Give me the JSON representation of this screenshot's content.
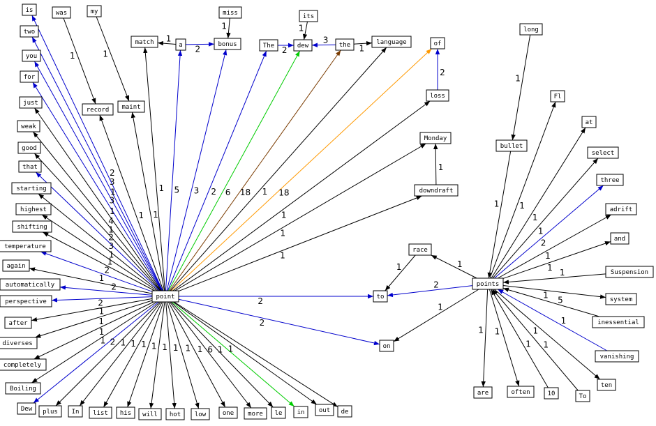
{
  "colors": {
    "black": "#000000",
    "blue": "#0000cc",
    "green": "#00cc00",
    "orange": "#ff9900",
    "brown": "#7a3b00"
  },
  "nodes": {
    "point": "point",
    "points": "points",
    "is": "is",
    "was": "was",
    "my": "my",
    "miss": "miss",
    "its": "its",
    "two": "two",
    "match": "match",
    "a": "a",
    "bonus": "bonus",
    "The": "The",
    "dew": "dew",
    "the": "the",
    "language": "language",
    "of": "of",
    "long": "long",
    "you": "you",
    "for": "for",
    "record": "record",
    "maint": "maint",
    "loss": "loss",
    "Fl": "Fl",
    "just": "just",
    "weak": "weak",
    "good": "good",
    "that": "that",
    "starting": "starting",
    "highest": "highest",
    "shifting": "shifting",
    "temperature": "temperature",
    "again": "again",
    "automatically": "automatically",
    "perspective": "perspective",
    "after": "after",
    "diverses": "diverses",
    "completely": "completely",
    "Boiling": "Boiling",
    "Dew": "Dew",
    "plus": "plus",
    "In": "In",
    "list": "list",
    "his": "his",
    "will": "will",
    "hot": "hot",
    "low": "low",
    "one": "one",
    "more": "more",
    "le": "le",
    "in": "in",
    "out": "out",
    "de": "de",
    "Monday": "Monday",
    "downdraft": "downdraft",
    "bullet": "bullet",
    "at": "at",
    "select": "select",
    "three": "three",
    "adrift": "adrift",
    "and": "and",
    "Suspension": "Suspension",
    "system": "system",
    "inessential": "inessential",
    "vanishing": "vanishing",
    "ten": "ten",
    "race": "race",
    "to": "to",
    "on": "on",
    "are": "are",
    "often": "often",
    "n10": "10",
    "To": "To"
  },
  "edges": [
    {
      "from": "point",
      "to": "is",
      "color": "blue",
      "label": "2"
    },
    {
      "from": "point",
      "to": "two",
      "color": "blue",
      "label": "3"
    },
    {
      "from": "point",
      "to": "record",
      "color": "black",
      "label": "1"
    },
    {
      "from": "point",
      "to": "maint",
      "color": "black",
      "label": "1"
    },
    {
      "from": "point",
      "to": "you",
      "color": "blue",
      "label": "1"
    },
    {
      "from": "point",
      "to": "for",
      "color": "blue",
      "label": "3"
    },
    {
      "from": "point",
      "to": "just",
      "color": "black",
      "label": "1"
    },
    {
      "from": "point",
      "to": "weak",
      "color": "black",
      "label": "4"
    },
    {
      "from": "point",
      "to": "good",
      "color": "black",
      "label": "1"
    },
    {
      "from": "point",
      "to": "that",
      "color": "blue",
      "label": "2"
    },
    {
      "from": "point",
      "to": "starting",
      "color": "black",
      "label": "3"
    },
    {
      "from": "point",
      "to": "highest",
      "color": "black",
      "label": "1"
    },
    {
      "from": "point",
      "to": "shifting",
      "color": "black",
      "label": "1"
    },
    {
      "from": "point",
      "to": "temperature",
      "color": "blue",
      "label": "2"
    },
    {
      "from": "point",
      "to": "again",
      "color": "black",
      "label": "1"
    },
    {
      "from": "point",
      "to": "automatically",
      "color": "blue",
      "label": "2"
    },
    {
      "from": "point",
      "to": "perspective",
      "color": "blue",
      "label": ""
    },
    {
      "from": "point",
      "to": "after",
      "color": "black",
      "label": "2"
    },
    {
      "from": "point",
      "to": "diverses",
      "color": "black",
      "label": "1"
    },
    {
      "from": "point",
      "to": "completely",
      "color": "black",
      "label": "1"
    },
    {
      "from": "point",
      "to": "Boiling",
      "color": "black",
      "label": "1"
    },
    {
      "from": "point",
      "to": "Dew",
      "color": "blue",
      "label": "1"
    },
    {
      "from": "point",
      "to": "plus",
      "color": "black",
      "label": "2"
    },
    {
      "from": "point",
      "to": "In",
      "color": "black",
      "label": "1"
    },
    {
      "from": "point",
      "to": "list",
      "color": "black",
      "label": "1"
    },
    {
      "from": "point",
      "to": "his",
      "color": "black",
      "label": "1"
    },
    {
      "from": "point",
      "to": "will",
      "color": "black",
      "label": "1"
    },
    {
      "from": "point",
      "to": "hot",
      "color": "black",
      "label": "1"
    },
    {
      "from": "point",
      "to": "low",
      "color": "black",
      "label": "1"
    },
    {
      "from": "point",
      "to": "one",
      "color": "black",
      "label": "1"
    },
    {
      "from": "point",
      "to": "more",
      "color": "black",
      "label": "1"
    },
    {
      "from": "point",
      "to": "le",
      "color": "black",
      "label": "6"
    },
    {
      "from": "point",
      "to": "in",
      "color": "green",
      "label": "1"
    },
    {
      "from": "point",
      "to": "out",
      "color": "black",
      "label": "1"
    },
    {
      "from": "point",
      "to": "de",
      "color": "black",
      "label": ""
    },
    {
      "from": "point",
      "to": "match",
      "color": "black",
      "label": "1"
    },
    {
      "from": "point",
      "to": "a",
      "color": "blue",
      "label": "5"
    },
    {
      "from": "point",
      "to": "bonus",
      "color": "blue",
      "label": "3"
    },
    {
      "from": "point",
      "to": "The",
      "color": "blue",
      "label": "2"
    },
    {
      "from": "point",
      "to": "dew",
      "color": "green",
      "label": "6"
    },
    {
      "from": "point",
      "to": "the",
      "color": "brown",
      "label": "18"
    },
    {
      "from": "point",
      "to": "language",
      "color": "black",
      "label": "1"
    },
    {
      "from": "point",
      "to": "of",
      "color": "orange",
      "label": "18"
    },
    {
      "from": "point",
      "to": "loss",
      "color": "black",
      "label": "1"
    },
    {
      "from": "point",
      "to": "Monday",
      "color": "black",
      "label": "1"
    },
    {
      "from": "point",
      "to": "downdraft",
      "color": "black",
      "label": "1"
    },
    {
      "from": "point",
      "to": "to",
      "color": "blue",
      "label": "2"
    },
    {
      "from": "point",
      "to": "on",
      "color": "blue",
      "label": "2"
    },
    {
      "from": "was",
      "to": "record",
      "color": "black",
      "label": "1"
    },
    {
      "from": "my",
      "to": "maint",
      "color": "black",
      "label": "1"
    },
    {
      "from": "a",
      "to": "match",
      "color": "black",
      "label": "1"
    },
    {
      "from": "a",
      "to": "bonus",
      "color": "blue",
      "label": "2"
    },
    {
      "from": "miss",
      "to": "bonus",
      "color": "black",
      "label": "1"
    },
    {
      "from": "The",
      "to": "dew",
      "color": "blue",
      "label": "2"
    },
    {
      "from": "its",
      "to": "dew",
      "color": "black",
      "label": "1"
    },
    {
      "from": "the",
      "to": "dew",
      "color": "blue",
      "label": "3"
    },
    {
      "from": "the",
      "to": "language",
      "color": "black",
      "label": "1"
    },
    {
      "from": "loss",
      "to": "of",
      "color": "blue",
      "label": "2"
    },
    {
      "from": "downdraft",
      "to": "Monday",
      "color": "black",
      "label": "1"
    },
    {
      "from": "long",
      "to": "bullet",
      "color": "black",
      "label": "1"
    },
    {
      "from": "bullet",
      "to": "points",
      "color": "black",
      "label": "1"
    },
    {
      "from": "points",
      "to": "Fl",
      "color": "black",
      "label": "1"
    },
    {
      "from": "points",
      "to": "at",
      "color": "black",
      "label": "1"
    },
    {
      "from": "points",
      "to": "select",
      "color": "black",
      "label": "1"
    },
    {
      "from": "points",
      "to": "three",
      "color": "blue",
      "label": "2"
    },
    {
      "from": "points",
      "to": "adrift",
      "color": "black",
      "label": "1"
    },
    {
      "from": "points",
      "to": "and",
      "color": "black",
      "label": "1"
    },
    {
      "from": "Suspension",
      "to": "points",
      "color": "black",
      "label": "1"
    },
    {
      "from": "points",
      "to": "system",
      "color": "black",
      "label": "1"
    },
    {
      "from": "inessential",
      "to": "points",
      "color": "black",
      "label": "5"
    },
    {
      "from": "vanishing",
      "to": "points",
      "color": "blue",
      "label": "1"
    },
    {
      "from": "points",
      "to": "ten",
      "color": "black",
      "label": "1"
    },
    {
      "from": "points",
      "to": "race",
      "color": "black",
      "label": "1"
    },
    {
      "from": "race",
      "to": "to",
      "color": "black",
      "label": "1"
    },
    {
      "from": "points",
      "to": "to",
      "color": "blue",
      "label": "2"
    },
    {
      "from": "points",
      "to": "on",
      "color": "black",
      "label": "1"
    },
    {
      "from": "points",
      "to": "are",
      "color": "black",
      "label": "1"
    },
    {
      "from": "points",
      "to": "often",
      "color": "black",
      "label": "1"
    },
    {
      "from": "n10",
      "to": "points",
      "color": "black",
      "label": "1"
    },
    {
      "from": "To",
      "to": "points",
      "color": "black",
      "label": "1"
    }
  ]
}
